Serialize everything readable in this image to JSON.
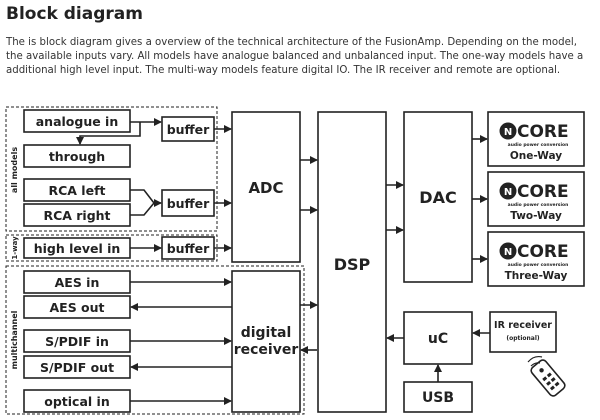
{
  "title": "Block diagram",
  "description": "The is block diagram gives a overview of the technical architecture of the FusionAmp. Depending on the model, the available inputs vary. All models have analogue balanced and unbalanced input. The one-way models have a additional high level input. The multi-way models feature digital IO. The IR receiver and remote are optional.",
  "groups": {
    "all_models": "all models",
    "one_way": "1-way",
    "multichannel": "multichannel"
  },
  "inputs": {
    "analogue_in": "analogue in",
    "through": "through",
    "rca_left": "RCA left",
    "rca_right": "RCA right",
    "high_level_in": "high level in",
    "aes_in": "AES in",
    "aes_out": "AES out",
    "spdif_in": "S/PDIF in",
    "spdif_out": "S/PDIF out",
    "optical_in": "optical in"
  },
  "buffers": [
    "buffer",
    "buffer",
    "buffer"
  ],
  "adc": "ADC",
  "dsp": "DSP",
  "dac": "DAC",
  "digital_receiver": [
    "digital",
    "receiver"
  ],
  "uc": "uC",
  "usb": "USB",
  "ir_receiver": {
    "label": "IR receiver",
    "note": "(optional)"
  },
  "ncore": {
    "logo_text": "CORE",
    "tagline": "audio power conversion",
    "models": [
      "One-Way",
      "Two-Way",
      "Three-Way"
    ]
  },
  "icons": {
    "remote": "remote-control-icon"
  }
}
